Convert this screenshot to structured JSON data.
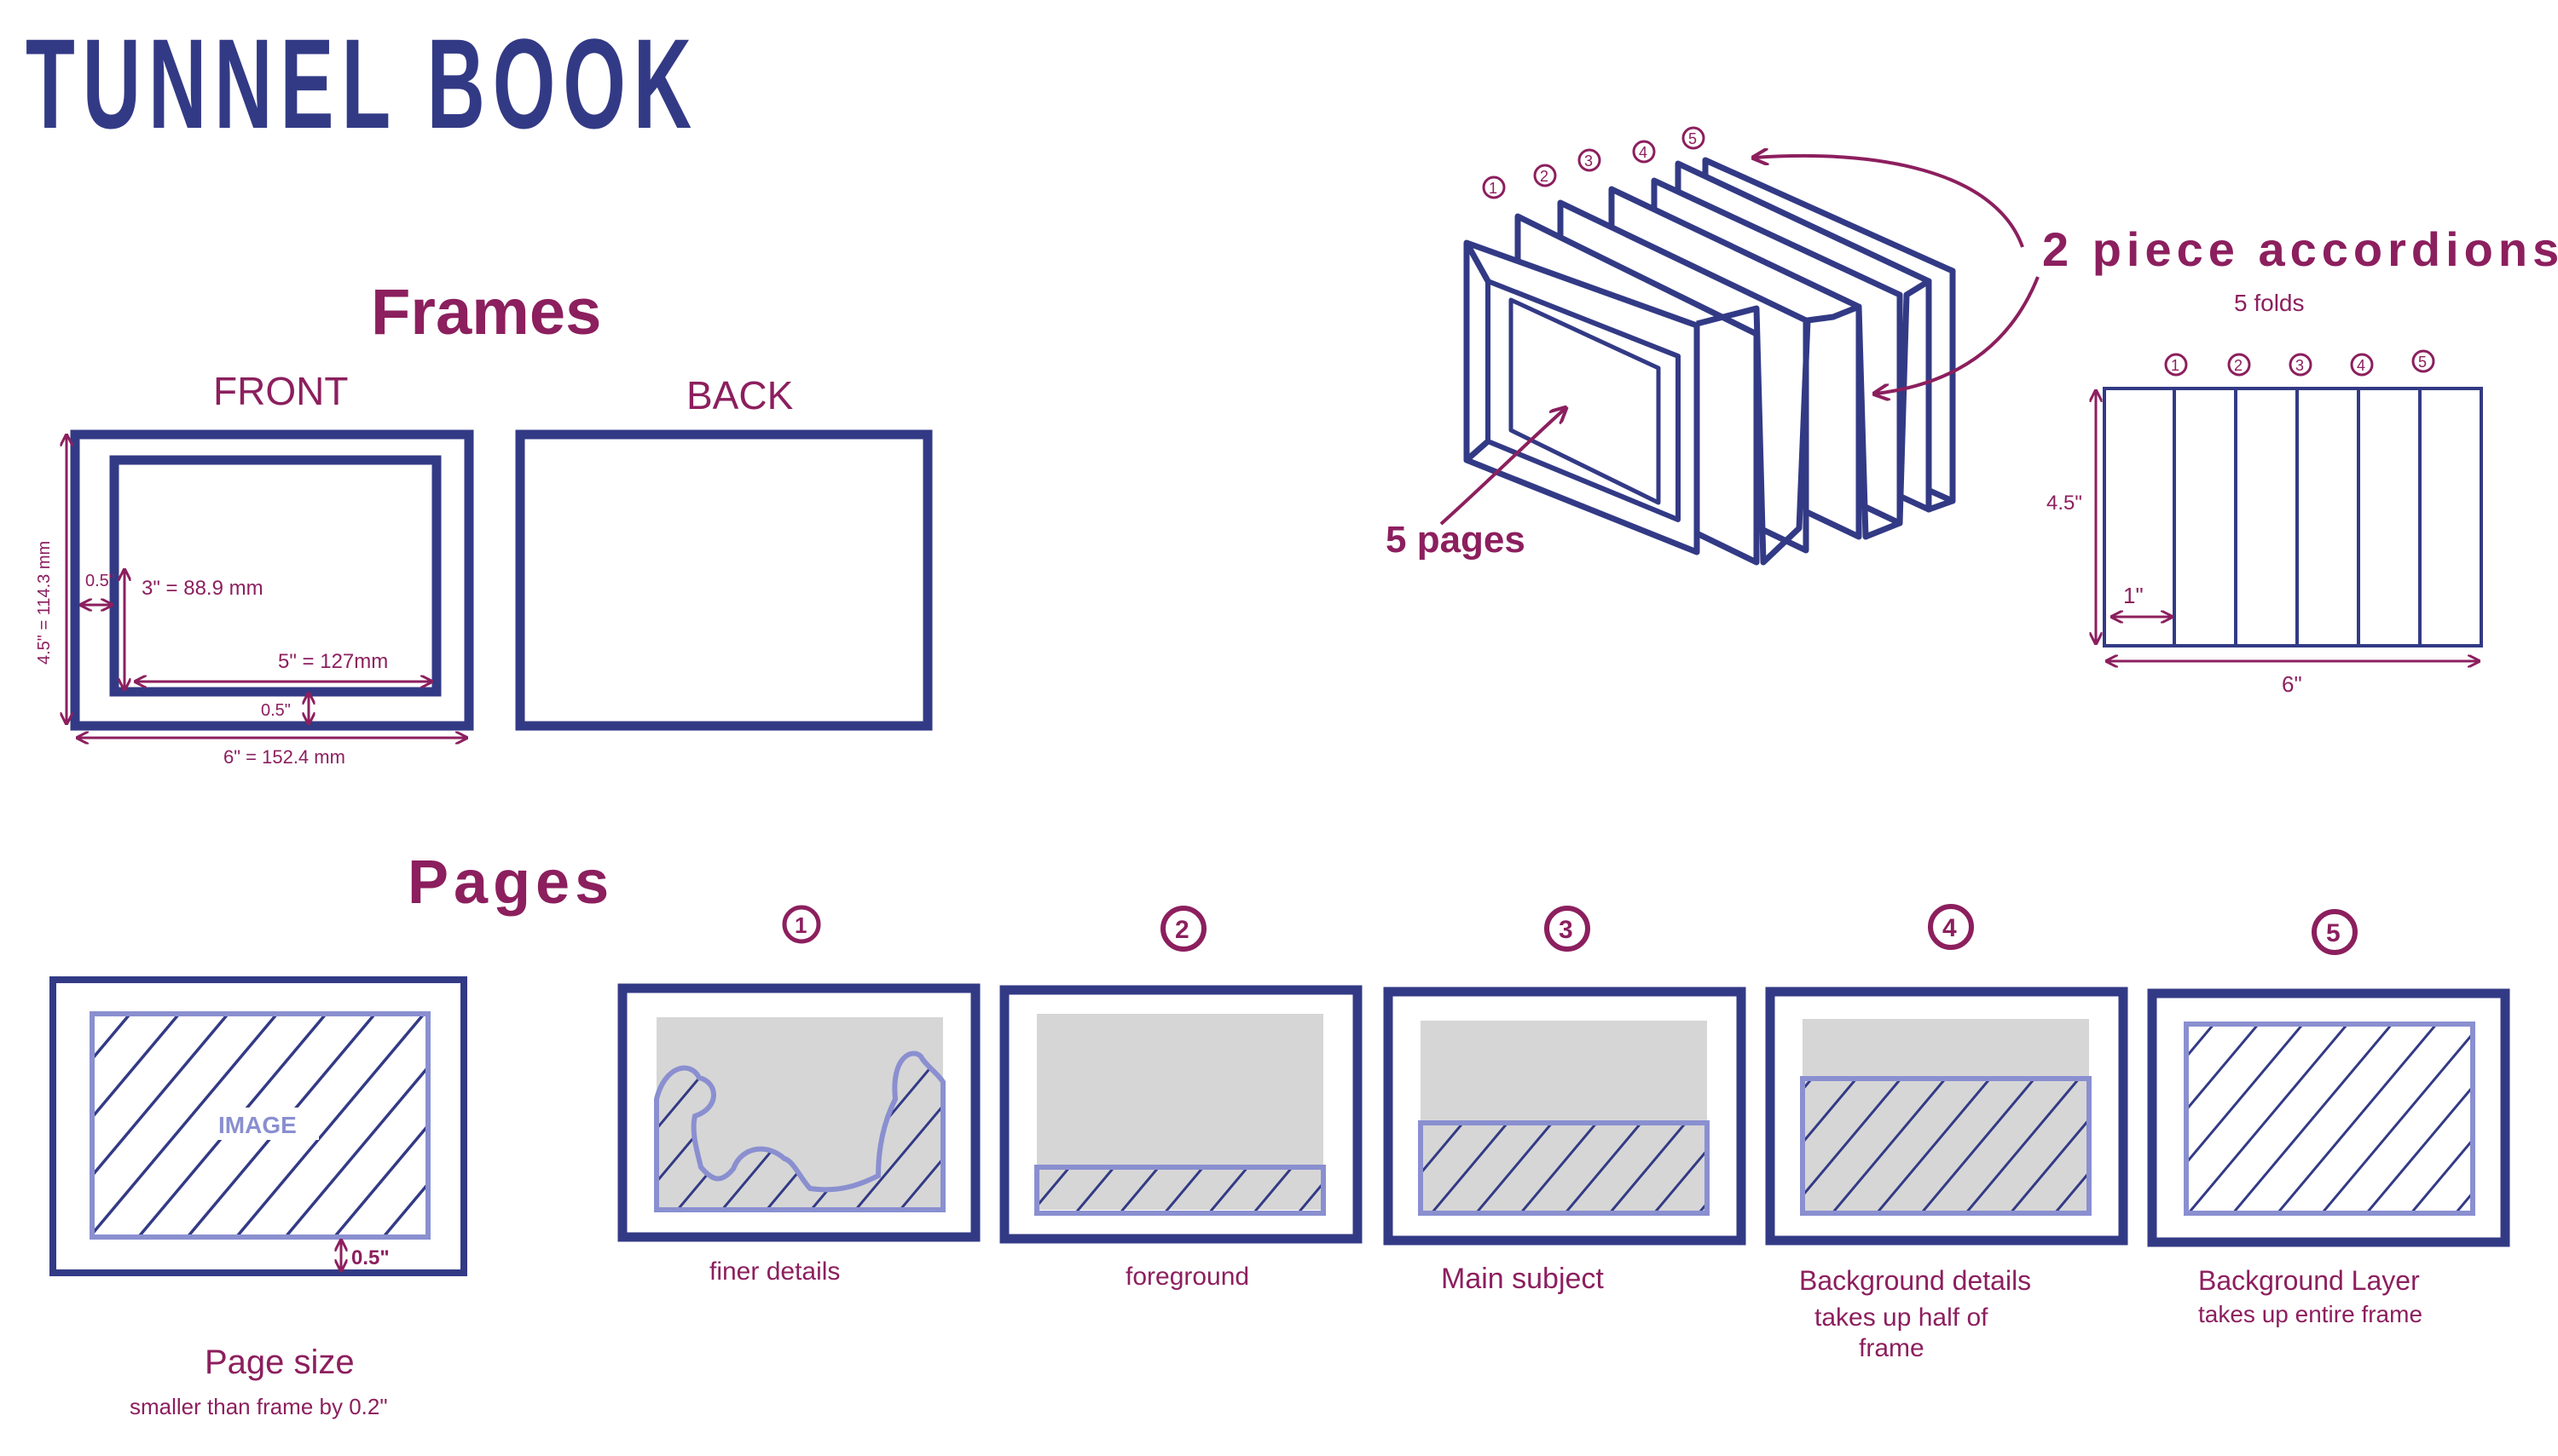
{
  "colors": {
    "navy": "#333a85",
    "maroon": "#8c1f5e",
    "lavender": "#8a8fd0",
    "gray": "#d6d6d6",
    "paper": "#ffffff"
  },
  "title": "TUNNEL BOOK",
  "frames": {
    "heading": "Frames",
    "front_label": "FRONT",
    "back_label": "BACK",
    "dim_height": "4.5\" = 114.3 mm",
    "dim_border_left": "0.5\"",
    "dim_inner_height": "3\" = 88.9 mm",
    "dim_inner_width": "5\" = 127mm",
    "dim_border_bottom": "0.5\"",
    "dim_width": "6\" = 152.4 mm"
  },
  "accordion": {
    "label": "2 piece accordions",
    "sublabel": "5 folds",
    "pages_label": "5 pages",
    "fold_numbers": [
      "1",
      "2",
      "3",
      "4",
      "5"
    ],
    "dim_height": "4.5\"",
    "dim_segment": "1\"",
    "dim_width": "6\""
  },
  "pages": {
    "heading": "Pages",
    "image_label": "IMAGE",
    "margin_label": "0.5\"",
    "size_label": "Page size",
    "size_note": "smaller than frame by 0.2\"",
    "items": [
      {
        "number": "1",
        "caption": [
          "finer details"
        ]
      },
      {
        "number": "2",
        "caption": [
          "foreground"
        ]
      },
      {
        "number": "3",
        "caption": [
          "Main   subject"
        ]
      },
      {
        "number": "4",
        "caption": [
          "Background  details",
          "takes  up  half  of",
          "frame"
        ]
      },
      {
        "number": "5",
        "caption": [
          "Background  Layer",
          "takes  up  entire  frame"
        ]
      }
    ]
  }
}
